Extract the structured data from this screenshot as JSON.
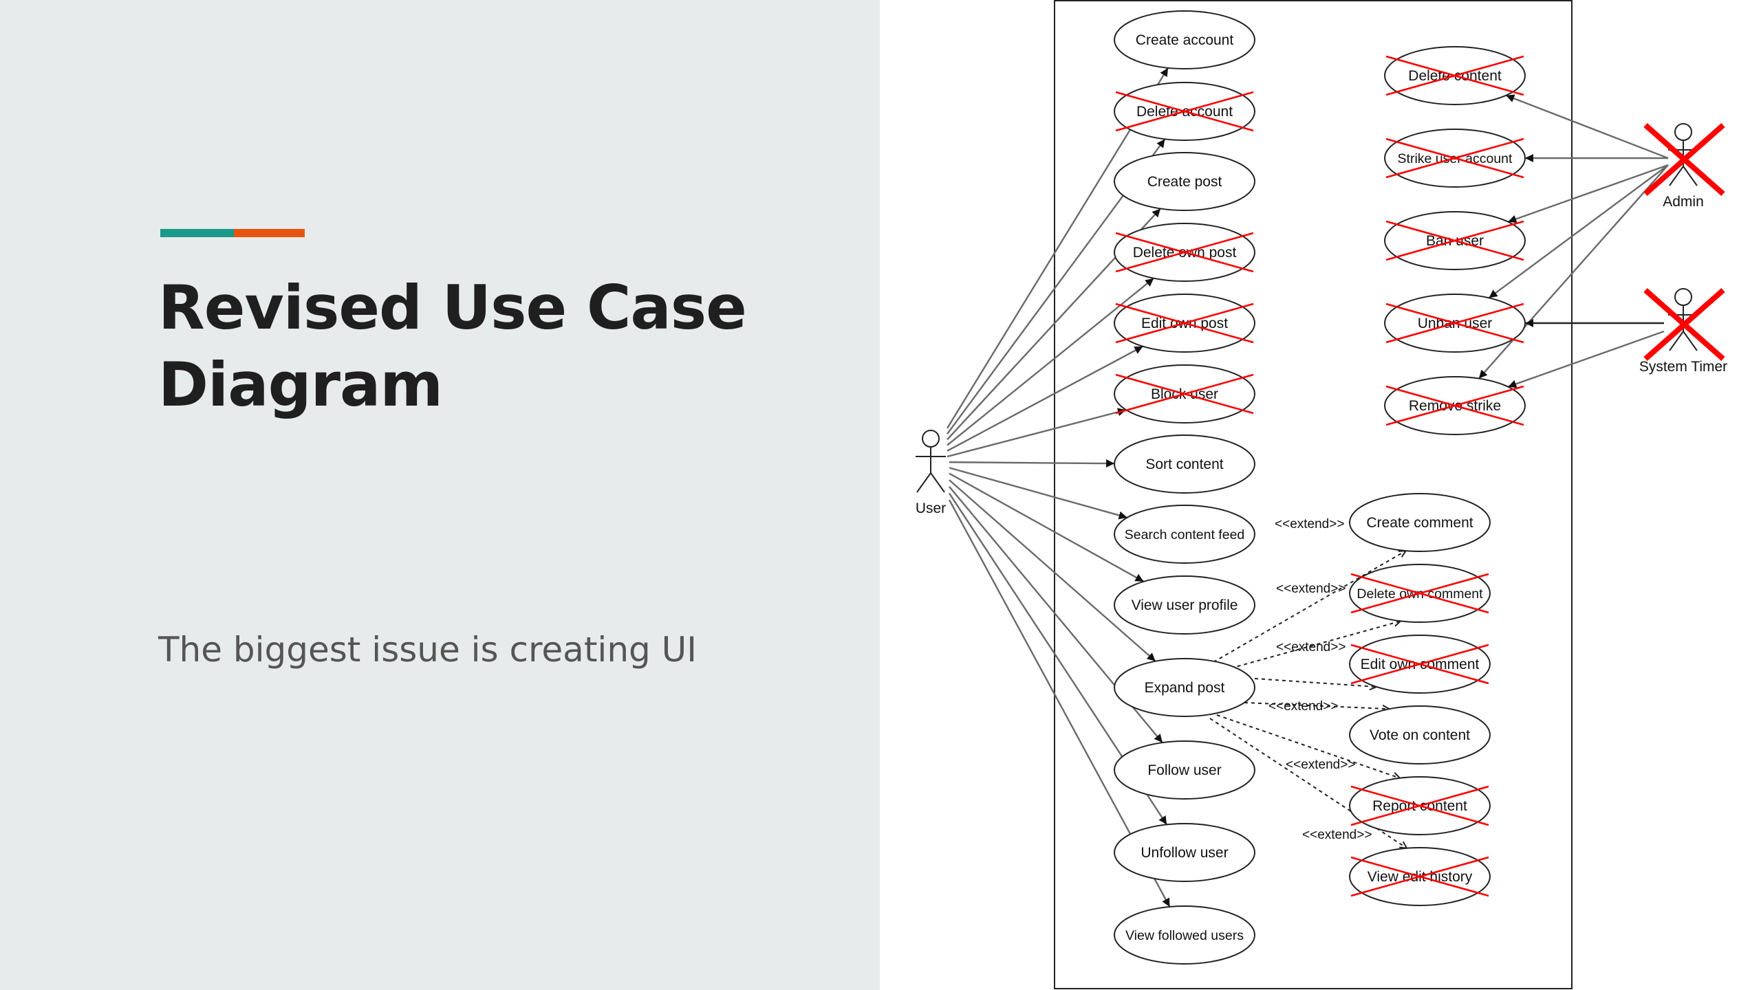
{
  "slide": {
    "title": "Revised Use Case Diagram",
    "subtitle": "The biggest issue is creating UI"
  },
  "colors": {
    "left_panel_background": "#e8ebec",
    "accent_teal": "#1a9a8a",
    "accent_orange": "#e5550f",
    "strike_red": "#ff0000"
  },
  "diagram": {
    "actors": {
      "user": "User",
      "admin": "Admin",
      "system_timer": "System Timer"
    },
    "user_use_cases": [
      {
        "label": "Create account",
        "struck": false
      },
      {
        "label": "Delete account",
        "struck": true
      },
      {
        "label": "Create post",
        "struck": false
      },
      {
        "label": "Delete own post",
        "struck": true
      },
      {
        "label": "Edit own post",
        "struck": true
      },
      {
        "label": "Block user",
        "struck": true
      },
      {
        "label": "Sort content",
        "struck": false
      },
      {
        "label": "Search content feed",
        "struck": false
      },
      {
        "label": "View user profile",
        "struck": false
      },
      {
        "label": "Expand post",
        "struck": false
      },
      {
        "label": "Follow user",
        "struck": false
      },
      {
        "label": "Unfollow user",
        "struck": false
      },
      {
        "label": "View followed users",
        "struck": false
      }
    ],
    "admin_use_cases": [
      {
        "label": "Delete content",
        "struck": true
      },
      {
        "label": "Strike user account",
        "struck": true
      },
      {
        "label": "Ban user",
        "struck": true
      },
      {
        "label": "Unban user",
        "struck": true
      },
      {
        "label": "Remove strike",
        "struck": true
      }
    ],
    "extension_use_cases": [
      {
        "label": "Create comment",
        "struck": false
      },
      {
        "label": "Delete own comment",
        "struck": true
      },
      {
        "label": "Edit own comment",
        "struck": true
      },
      {
        "label": "Vote on content",
        "struck": false
      },
      {
        "label": "Report content",
        "struck": true
      },
      {
        "label": "View edit history",
        "struck": true
      }
    ],
    "extend_label": "<<extend>>"
  }
}
